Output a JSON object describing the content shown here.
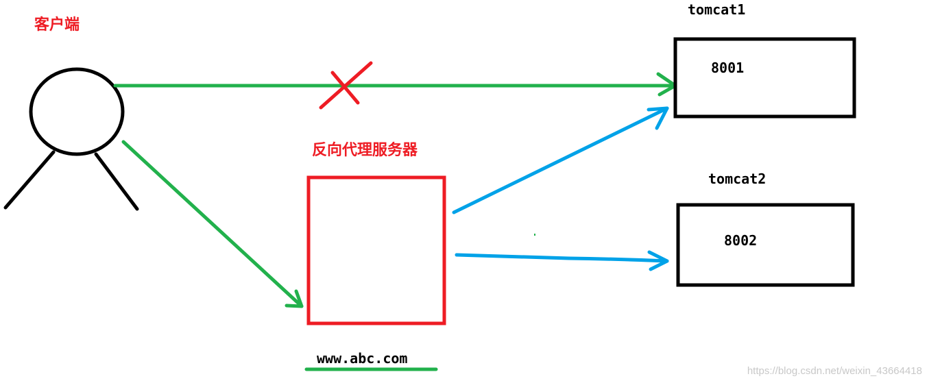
{
  "labels": {
    "client": "客户端",
    "reverse_proxy": "反向代理服务器",
    "proxy_domain": "www.abc.com",
    "tomcat1_name": "tomcat1",
    "tomcat1_port": "8001",
    "tomcat2_name": "tomcat2",
    "tomcat2_port": "8002",
    "watermark": "https://blog.csdn.net/weixin_43664418"
  },
  "colors": {
    "client_label": "#ee1c24",
    "proxy_box": "#ee1c24",
    "forbidden_cross": "#ee1c24",
    "client_arrows": "#22b14c",
    "proxy_arrows": "#00a2e8",
    "server_box": "#000000"
  }
}
